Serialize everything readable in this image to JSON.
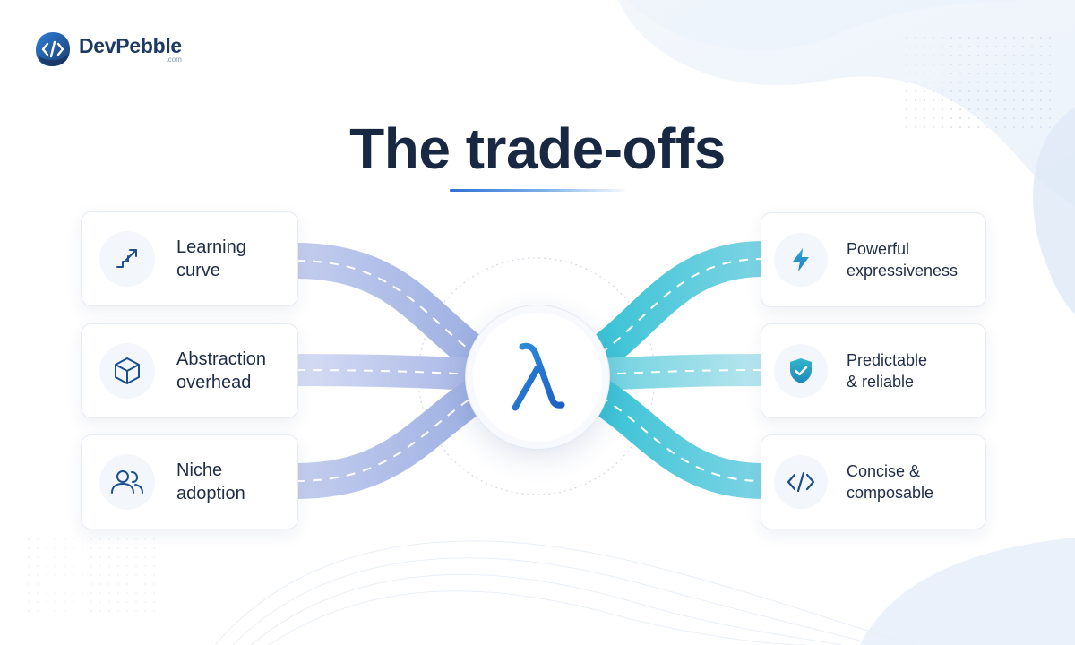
{
  "brand": {
    "name": "DevPebble",
    "domain": ".com",
    "colors": {
      "primary": "#1c3a63",
      "accent": "#2d6fd6",
      "teal": "#2bb8cf",
      "lavender": "#a9b9e6"
    }
  },
  "title": "The trade-offs",
  "center": {
    "symbol": "λ",
    "icon": "lambda-icon"
  },
  "cons": [
    {
      "icon": "stairs-arrow-icon",
      "lines": [
        "Learning",
        "curve"
      ]
    },
    {
      "icon": "cube-icon",
      "lines": [
        "Abstraction",
        "overhead"
      ]
    },
    {
      "icon": "users-icon",
      "lines": [
        "Niche",
        "adoption"
      ]
    }
  ],
  "pros": [
    {
      "icon": "lightning-icon",
      "lines": [
        "Powerful",
        "expressiveness"
      ]
    },
    {
      "icon": "shield-check-icon",
      "lines": [
        "Predictable",
        "& reliable"
      ]
    },
    {
      "icon": "code-icon",
      "lines": [
        "Concise &",
        "composable"
      ]
    }
  ]
}
